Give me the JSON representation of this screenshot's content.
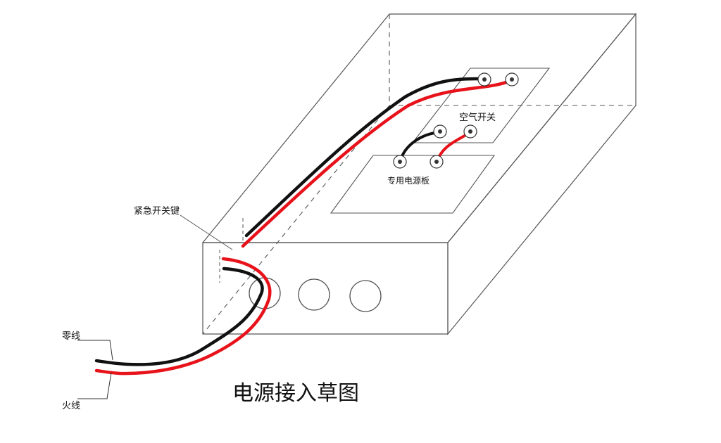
{
  "labels": {
    "air_switch": "空气开关",
    "power_board": "专用电源板",
    "emergency_switch": "紧急开关键",
    "neutral_wire": "零线",
    "live_wire": "火线"
  },
  "title": "电源接入草图",
  "colors": {
    "live_wire": "#e8121b",
    "neutral_wire": "#111111",
    "outline": "#555555"
  },
  "icons": [
    "terminal-icon"
  ]
}
